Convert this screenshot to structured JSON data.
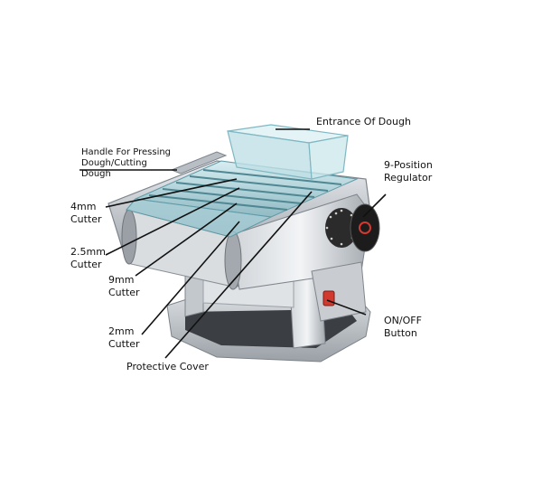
{
  "labels": {
    "entrance": "Entrance Of Dough",
    "handle": [
      "Handle For Pressing",
      "Dough/Cutting",
      "Dough"
    ],
    "cutter_4mm": [
      "4mm",
      "Cutter"
    ],
    "cutter_2_5mm": [
      "2.5mm",
      "Cutter"
    ],
    "cutter_9mm": [
      "9mm",
      "Cutter"
    ],
    "cutter_2mm": [
      "2mm",
      "Cutter"
    ],
    "protective_cover": "Protective Cover",
    "regulator": [
      "9-Position",
      "Regulator"
    ],
    "switch": [
      "ON/OFF",
      "Button"
    ]
  },
  "colors": {
    "steel": "#b9bec4",
    "steel_dark": "#7d848b",
    "tray_glass": "#7fb7c2",
    "knob": "#2b2b2b",
    "switch_red": "#d23a2f"
  }
}
